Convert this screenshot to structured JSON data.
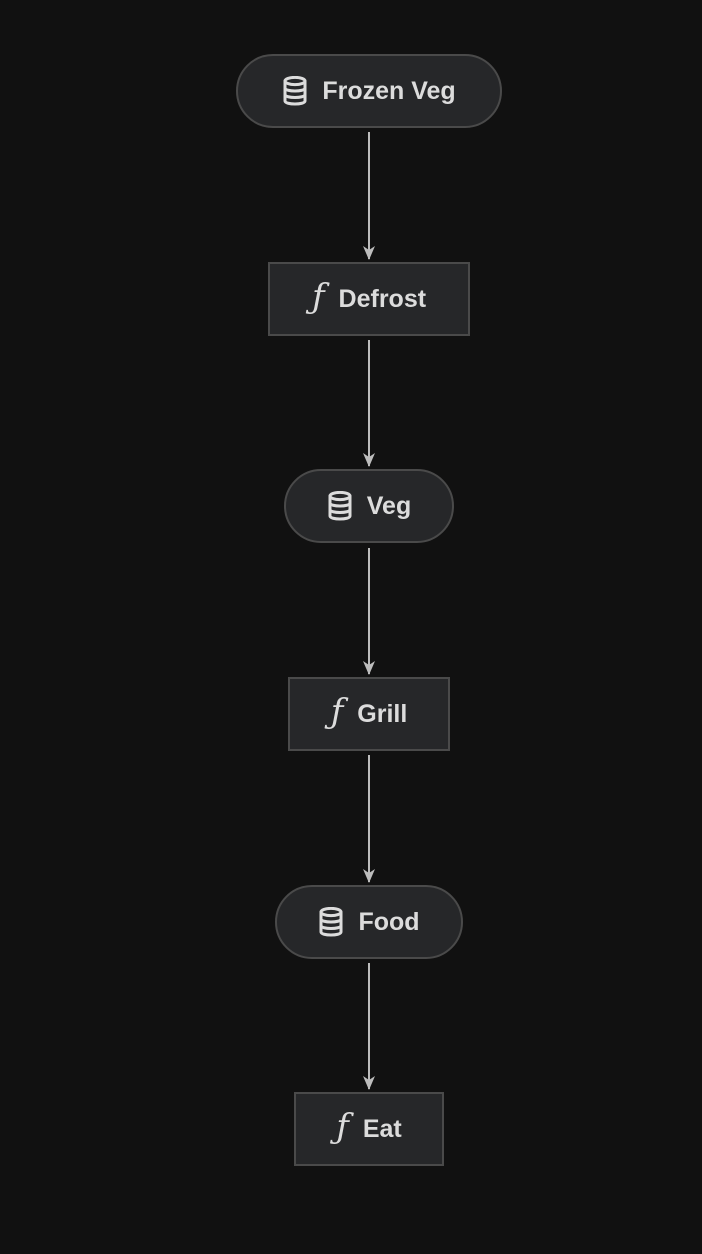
{
  "diagram": {
    "colors": {
      "background": "#111111",
      "node_fill": "#262729",
      "node_border": "#4a4a4a",
      "text": "#dcdcdc",
      "edge": "#bdbdbd"
    },
    "nodes": [
      {
        "id": "frozen-veg",
        "label": "Frozen Veg",
        "kind": "dataset",
        "icon": "database-icon"
      },
      {
        "id": "defrost",
        "label": "Defrost",
        "kind": "function",
        "icon": "function-icon",
        "icon_glyph": "ƒ"
      },
      {
        "id": "veg",
        "label": "Veg",
        "kind": "dataset",
        "icon": "database-icon"
      },
      {
        "id": "grill",
        "label": "Grill",
        "kind": "function",
        "icon": "function-icon",
        "icon_glyph": "ƒ"
      },
      {
        "id": "food",
        "label": "Food",
        "kind": "dataset",
        "icon": "database-icon"
      },
      {
        "id": "eat",
        "label": "Eat",
        "kind": "function",
        "icon": "function-icon",
        "icon_glyph": "ƒ"
      }
    ],
    "edges": [
      {
        "from": "frozen-veg",
        "to": "defrost"
      },
      {
        "from": "defrost",
        "to": "veg"
      },
      {
        "from": "veg",
        "to": "grill"
      },
      {
        "from": "grill",
        "to": "food"
      },
      {
        "from": "food",
        "to": "eat"
      }
    ]
  }
}
